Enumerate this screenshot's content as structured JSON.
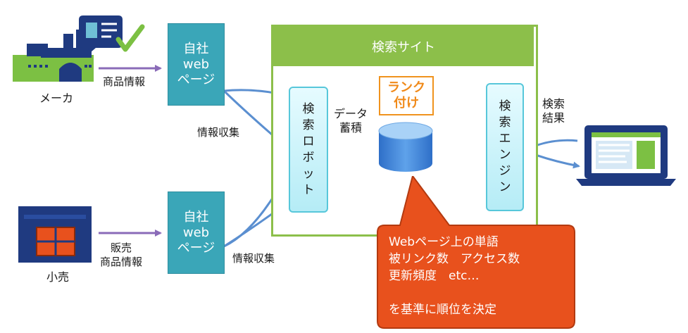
{
  "maker": {
    "label": "メーカ",
    "flow_label": "商品情報"
  },
  "retailer": {
    "label": "小売",
    "flow_label_lines": [
      "販売",
      "商品情報"
    ]
  },
  "own_site_top": {
    "lines": [
      "自社",
      "web",
      "ページ"
    ]
  },
  "own_site_bottom": {
    "lines": [
      "自社",
      "web",
      "ページ"
    ]
  },
  "collect_top": "情報収集",
  "collect_bottom": "情報収集",
  "search_site": {
    "title": "検索サイト"
  },
  "robot": {
    "chars": [
      "検",
      "索",
      "ロ",
      "ボ",
      "ッ",
      "ト"
    ]
  },
  "data_store": {
    "lines": [
      "データ",
      "蓄積"
    ]
  },
  "rank": {
    "lines": [
      "ランク",
      "付け"
    ]
  },
  "engine": {
    "chars": [
      "検",
      "索",
      "エ",
      "ン",
      "ジ",
      "ン"
    ]
  },
  "result": {
    "lines": [
      "検索",
      "結果"
    ]
  },
  "callout": {
    "lines": [
      "Webページ上の単語",
      "被リンク数　アクセス数",
      "更新頻度　etc…",
      "",
      "を基準に順位を決定"
    ]
  },
  "colors": {
    "teal": "#3aa6b8",
    "green": "#8cbf4a",
    "orange": "#e8511d",
    "blue_arrow": "#5b8fd0",
    "purple_arrow": "#8a6bb8"
  }
}
